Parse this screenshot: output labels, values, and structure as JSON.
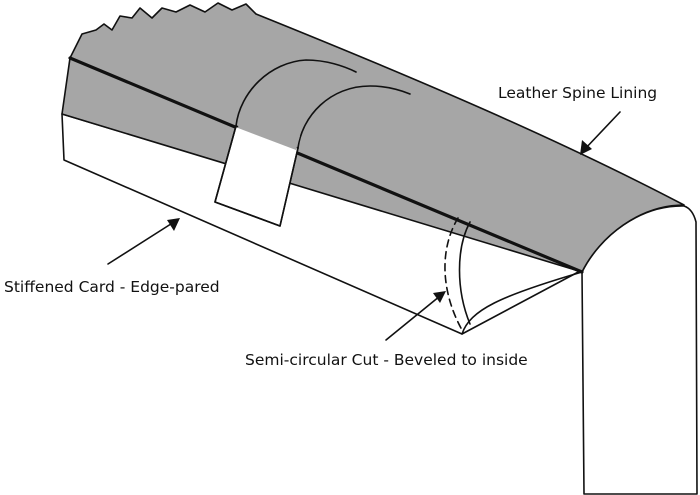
{
  "labels": {
    "leather_spine_lining": "Leather Spine Lining",
    "stiffened_card": "Stiffened Card - Edge-pared",
    "semicircular_cut": "Semi-circular Cut - Beveled to inside"
  },
  "colors": {
    "leather": "#a6a6a6",
    "card": "#ffffff",
    "ink": "#111111"
  }
}
